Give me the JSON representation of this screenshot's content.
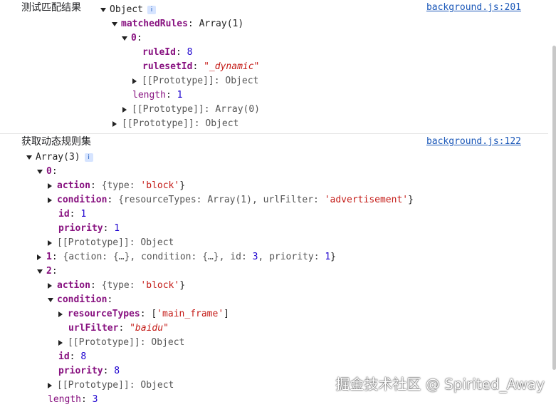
{
  "log1": {
    "label": "测试匹配结果",
    "source": "background.js:201",
    "lines": {
      "l0": "Object",
      "l1k": "matchedRules",
      "l1v": "Array(1)",
      "l2k": "0",
      "l3k": "ruleId",
      "l3v": "8",
      "l4k": "rulesetId",
      "l4v": "\"_dynamic\"",
      "l5": "[[Prototype]]: Object",
      "l6k": "length",
      "l6v": "1",
      "l7": "[[Prototype]]: Array(0)",
      "l8": "[[Prototype]]: Object"
    }
  },
  "log2": {
    "label": "获取动态规则集",
    "source": "background.js:122",
    "lines": {
      "r0": "Array(3)",
      "r1k": "0",
      "r2k": "action",
      "r2a": "{type: ",
      "r2b": "'block'",
      "r2c": "}",
      "r3k": "condition",
      "r3a": "{resourceTypes: Array(1), urlFilter: ",
      "r3b": "'advertisement'",
      "r3c": "}",
      "r4k": "id",
      "r4v": "1",
      "r5k": "priority",
      "r5v": "1",
      "r6": "[[Prototype]]: Object",
      "r7k": "1",
      "r7a": "{action: {…}, condition: {…}, id: ",
      "r7n1": "3",
      "r7b": ", priority: ",
      "r7n2": "1",
      "r7c": "}",
      "r8k": "2",
      "r9k": "action",
      "r9a": "{type: ",
      "r9b": "'block'",
      "r9c": "}",
      "r10k": "condition",
      "r11k": "resourceTypes",
      "r11a": "[",
      "r11b": "'main_frame'",
      "r11c": "]",
      "r12k": "urlFilter",
      "r12v": "\"baidu\"",
      "r13": "[[Prototype]]: Object",
      "r14k": "id",
      "r14v": "8",
      "r15k": "priority",
      "r15v": "8",
      "r16": "[[Prototype]]: Object",
      "r17k": "length",
      "r17v": "3"
    }
  },
  "info_glyph": "i",
  "colon": ":",
  "watermark": "掘金技术社区 @ Spirited_Away"
}
